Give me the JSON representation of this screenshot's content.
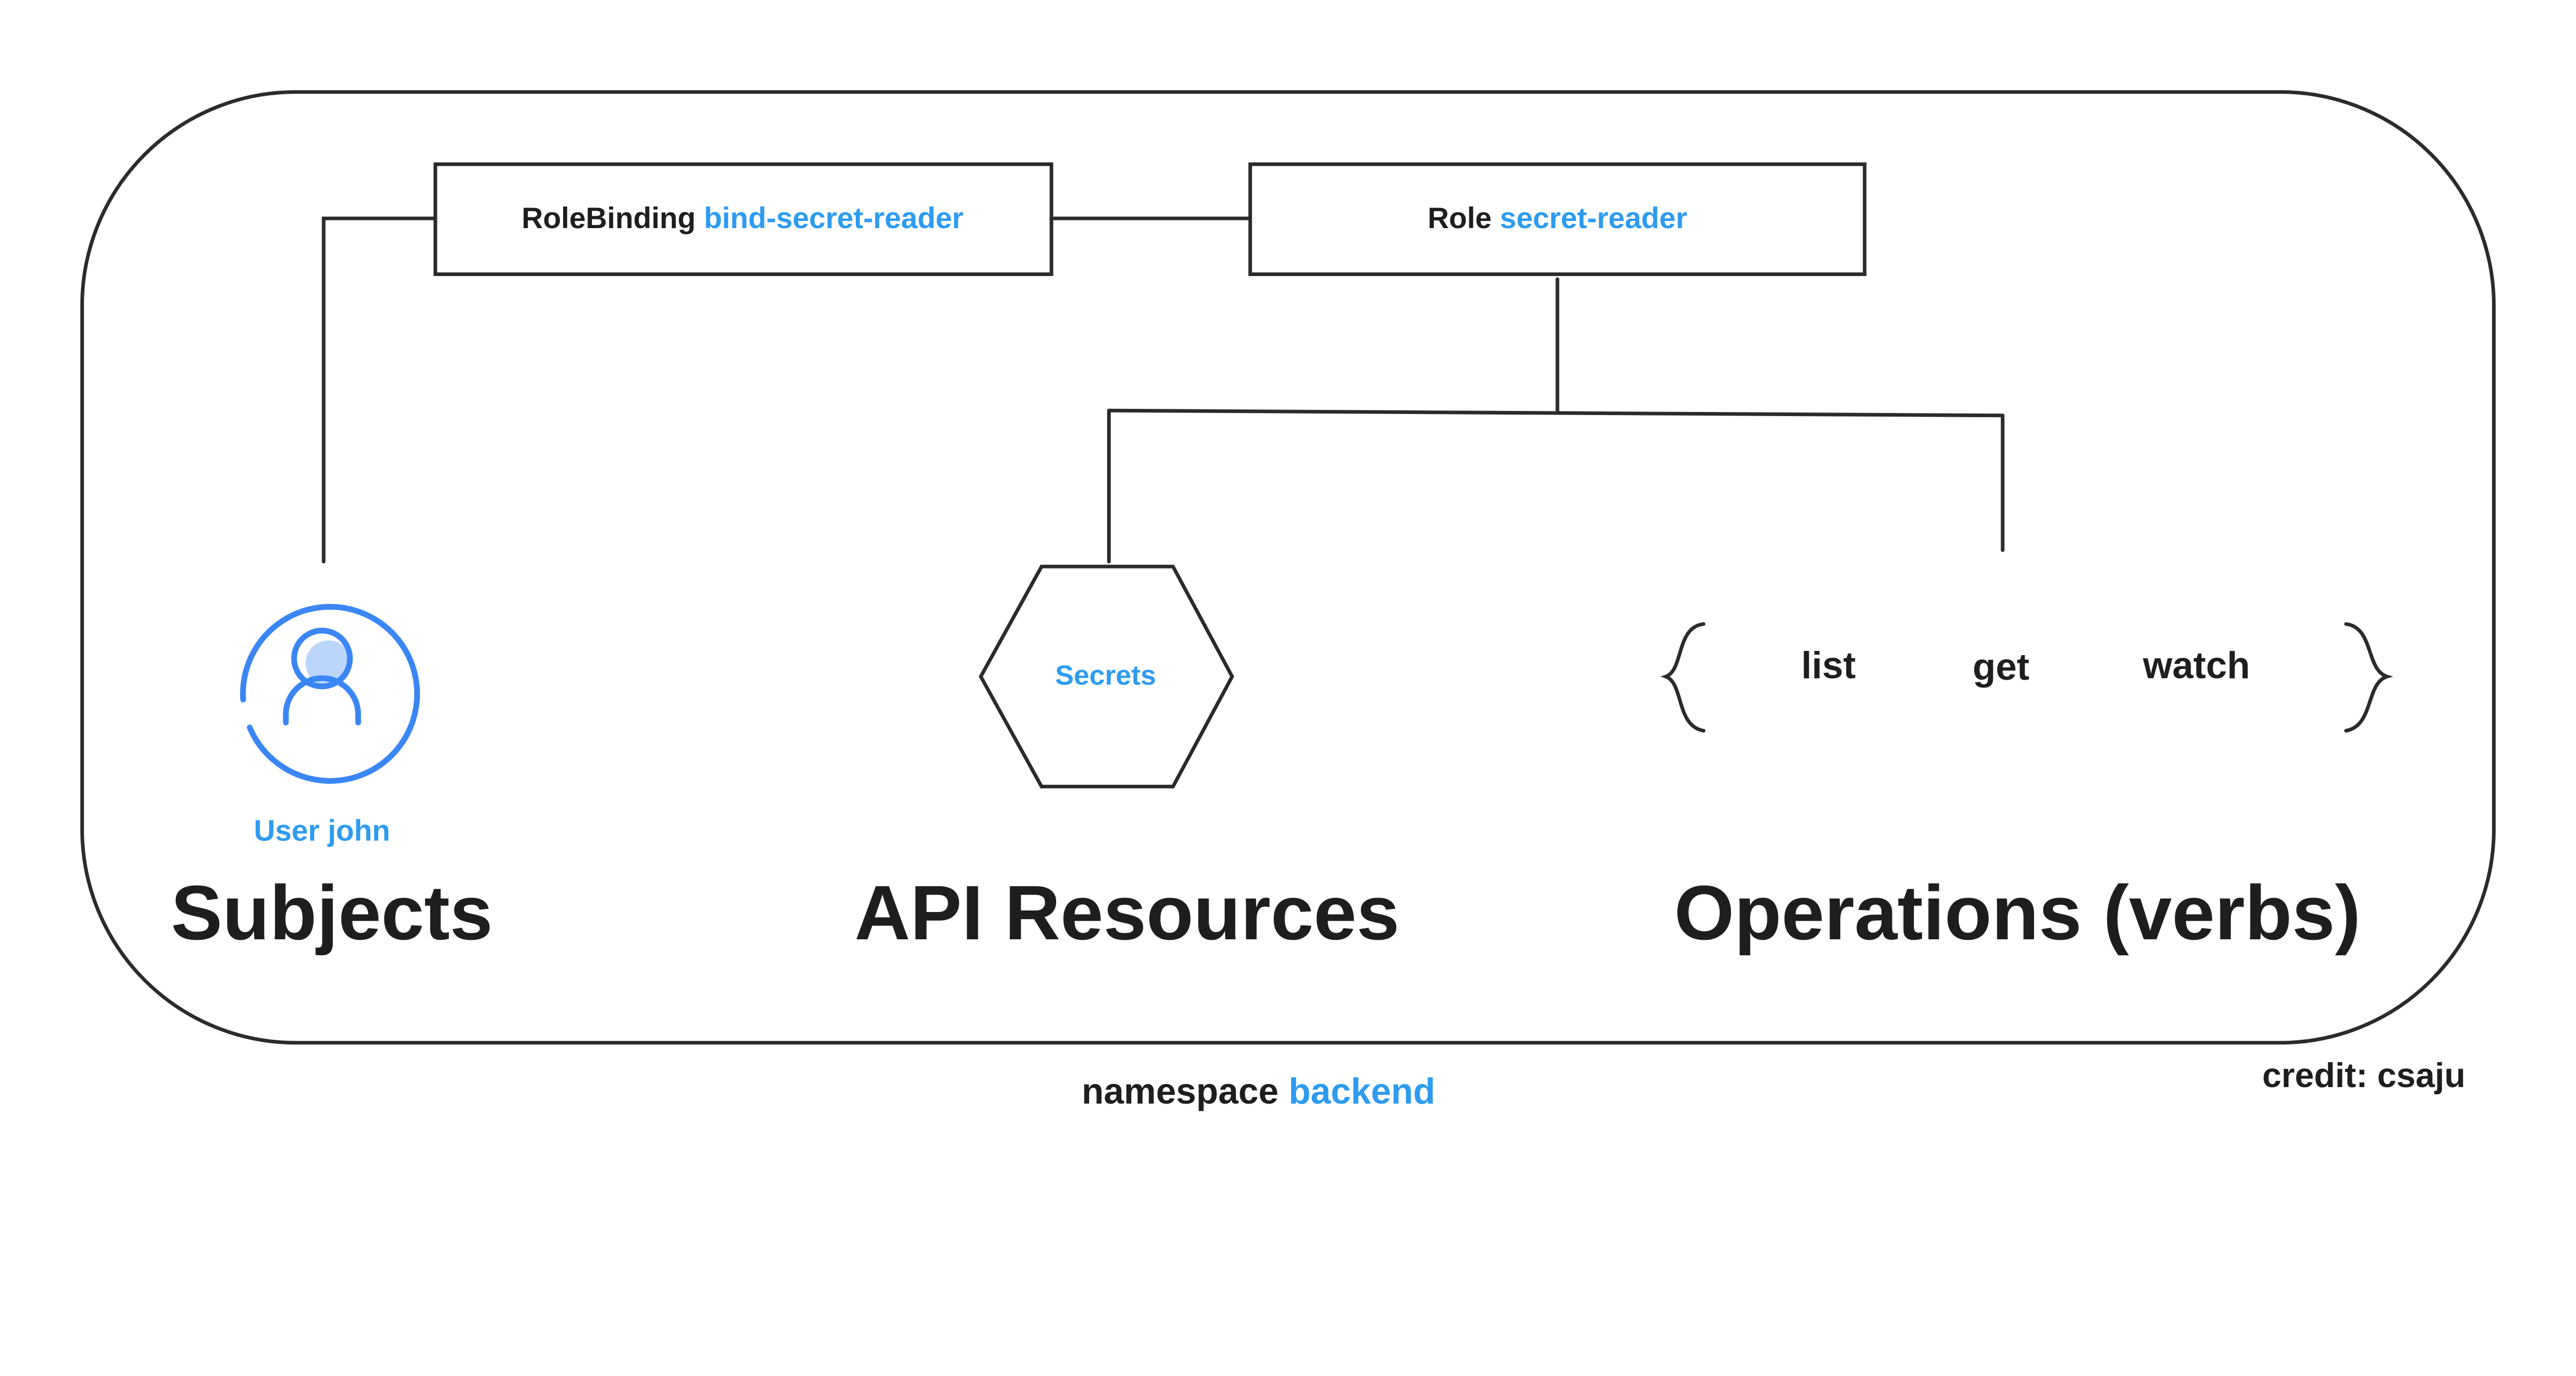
{
  "colors": {
    "accent": "#2d9bf0",
    "icon": "#3b86f5",
    "icon_fill": "#bcd5fb",
    "ink": "#1e1e1e"
  },
  "rolebinding": {
    "prefix": "RoleBinding",
    "name": "bind-secret-reader"
  },
  "role": {
    "prefix": "Role",
    "name": "secret-reader"
  },
  "subject": {
    "icon": "user-icon",
    "label": "User john",
    "heading": "Subjects"
  },
  "resource": {
    "icon": "hexagon-icon",
    "label": "Secrets",
    "heading": "API Resources"
  },
  "operations": {
    "verbs": [
      "list",
      "get",
      "watch"
    ],
    "heading": "Operations (verbs)"
  },
  "namespace": {
    "prefix": "namespace",
    "name": "backend"
  },
  "credit": "credit: csaju"
}
